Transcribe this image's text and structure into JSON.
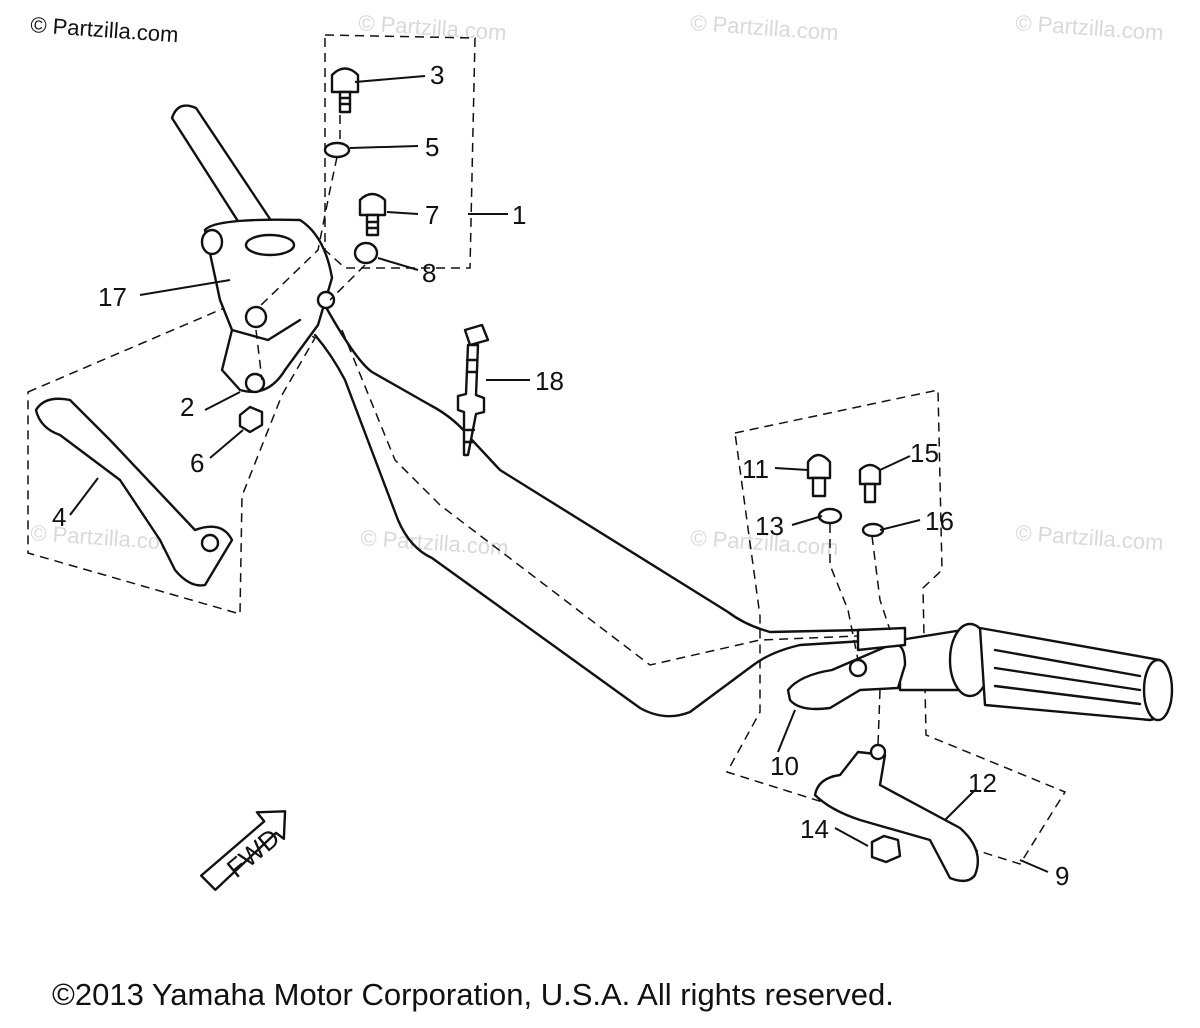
{
  "watermark": "© Partzilla.com",
  "copyright": "©2013 Yamaha Motor Corporation, U.S.A. All rights reserved.",
  "fwd_label": "FWD",
  "callouts": {
    "c1": "1",
    "c2": "2",
    "c3": "3",
    "c4": "4",
    "c5": "5",
    "c6": "6",
    "c7": "7",
    "c8": "8",
    "c9": "9",
    "c10": "10",
    "c11": "11",
    "c12": "12",
    "c13": "13",
    "c14": "14",
    "c15": "15",
    "c16": "16",
    "c17": "17",
    "c18": "18"
  }
}
